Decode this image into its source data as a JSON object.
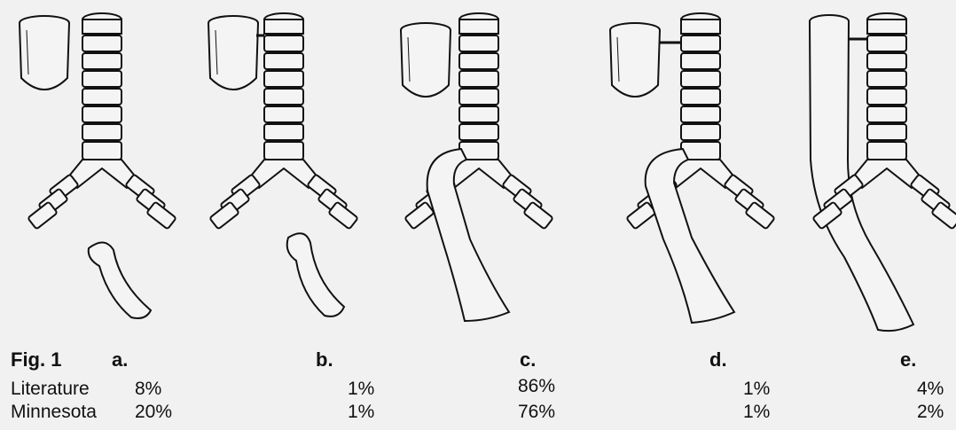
{
  "figure": {
    "label": "Fig. 1",
    "variants": [
      {
        "letter": "a.",
        "literature": "8%",
        "minnesota": "20%"
      },
      {
        "letter": "b.",
        "literature": "1%",
        "minnesota": "1%"
      },
      {
        "letter": "c.",
        "literature": "86%",
        "minnesota": "76%"
      },
      {
        "letter": "d.",
        "literature": "1%",
        "minnesota": "1%"
      },
      {
        "letter": "e.",
        "literature": "4%",
        "minnesota": "2%"
      }
    ],
    "rows": {
      "literature": "Literature",
      "minnesota": "Minnesota"
    }
  },
  "colors": {
    "background": "#f1f1f1",
    "stroke": "#111111",
    "fill": "#f4f4f4"
  }
}
